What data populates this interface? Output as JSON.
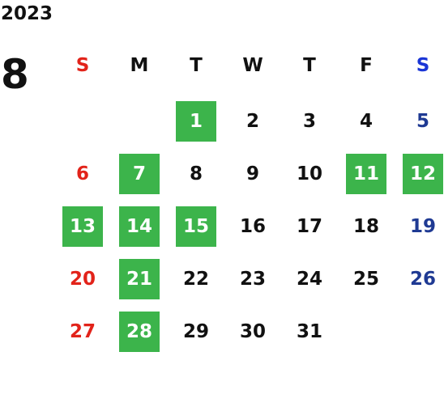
{
  "year": "2023",
  "month": "8",
  "colors": {
    "highlight": "#3cb44b",
    "sunday": "#e2231a",
    "saturday_header": "#1a35d6",
    "saturday": "#1f3a93",
    "default": "#111111",
    "highlight_text": "#ffffff"
  },
  "weekdays": [
    "S",
    "M",
    "T",
    "W",
    "T",
    "F",
    "S"
  ],
  "weeks": [
    [
      {
        "day": ""
      },
      {
        "day": ""
      },
      {
        "day": "1",
        "highlighted": true
      },
      {
        "day": "2"
      },
      {
        "day": "3"
      },
      {
        "day": "4"
      },
      {
        "day": "5"
      }
    ],
    [
      {
        "day": "6"
      },
      {
        "day": "7",
        "highlighted": true
      },
      {
        "day": "8"
      },
      {
        "day": "9"
      },
      {
        "day": "10"
      },
      {
        "day": "11",
        "highlighted": true
      },
      {
        "day": "12",
        "highlighted": true
      }
    ],
    [
      {
        "day": "13",
        "highlighted": true
      },
      {
        "day": "14",
        "highlighted": true
      },
      {
        "day": "15",
        "highlighted": true
      },
      {
        "day": "16"
      },
      {
        "day": "17"
      },
      {
        "day": "18"
      },
      {
        "day": "19"
      }
    ],
    [
      {
        "day": "20"
      },
      {
        "day": "21",
        "highlighted": true
      },
      {
        "day": "22"
      },
      {
        "day": "23"
      },
      {
        "day": "24"
      },
      {
        "day": "25"
      },
      {
        "day": "26"
      }
    ],
    [
      {
        "day": "27"
      },
      {
        "day": "28",
        "highlighted": true
      },
      {
        "day": "29"
      },
      {
        "day": "30"
      },
      {
        "day": "31"
      },
      {
        "day": ""
      },
      {
        "day": ""
      }
    ]
  ]
}
